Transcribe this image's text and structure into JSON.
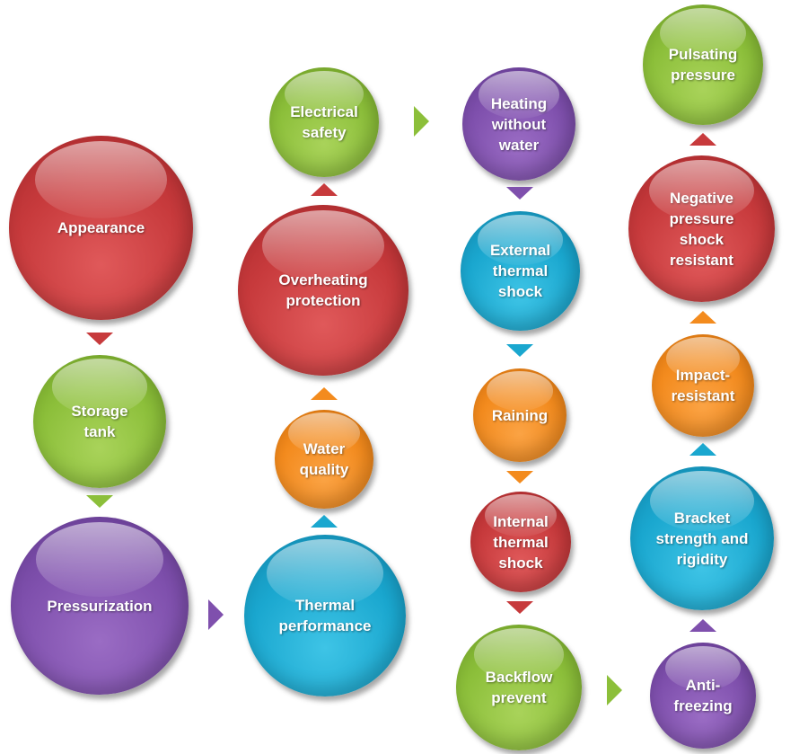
{
  "nodes": [
    {
      "label": "Appearance",
      "color": "#c73a3c"
    },
    {
      "label": "Storage\ntank",
      "color": "#8cbf3a"
    },
    {
      "label": "Pressurization",
      "color": "#7f50ad"
    },
    {
      "label": "Thermal\nperformance",
      "color": "#1aa7cf"
    },
    {
      "label": "Water\nquality",
      "color": "#f38b1e"
    },
    {
      "label": "Overheating\nprotection",
      "color": "#c73a3c"
    },
    {
      "label": "Electrical\nsafety",
      "color": "#8cbf3a"
    },
    {
      "label": "Heating\nwithout\nwater",
      "color": "#7f50ad"
    },
    {
      "label": "External\nthermal\nshock",
      "color": "#1aa7cf"
    },
    {
      "label": "Raining",
      "color": "#f38b1e"
    },
    {
      "label": "Internal\nthermal\nshock",
      "color": "#c73a3c"
    },
    {
      "label": "Backflow\nprevent",
      "color": "#8cbf3a"
    },
    {
      "label": "Anti-\nfreezing",
      "color": "#7f50ad"
    },
    {
      "label": "Bracket\nstrength and\nrigidity",
      "color": "#1aa7cf"
    },
    {
      "label": "Impact-\nresistant",
      "color": "#f38b1e"
    },
    {
      "label": "Negative\npressure\nshock\nresistant",
      "color": "#c73a3c"
    },
    {
      "label": "Pulsating\npressure",
      "color": "#8cbf3a"
    }
  ],
  "connectors": [
    {
      "from": "Appearance",
      "to": "Storage\ntank",
      "direction": "down",
      "color": "#c73a3c"
    },
    {
      "from": "Storage\ntank",
      "to": "Pressurization",
      "direction": "down",
      "color": "#8cbf3a"
    },
    {
      "from": "Pressurization",
      "to": "Thermal\nperformance",
      "direction": "right",
      "color": "#7f50ad"
    },
    {
      "from": "Thermal\nperformance",
      "to": "Water\nquality",
      "direction": "up",
      "color": "#1aa7cf"
    },
    {
      "from": "Water\nquality",
      "to": "Overheating\nprotection",
      "direction": "up",
      "color": "#f38b1e"
    },
    {
      "from": "Overheating\nprotection",
      "to": "Electrical\nsafety",
      "direction": "up",
      "color": "#c73a3c"
    },
    {
      "from": "Electrical\nsafety",
      "to": "Heating\nwithout\nwater",
      "direction": "right",
      "color": "#8cbf3a"
    },
    {
      "from": "Heating\nwithout\nwater",
      "to": "External\nthermal\nshock",
      "direction": "down",
      "color": "#7f50ad"
    },
    {
      "from": "External\nthermal\nshock",
      "to": "Raining",
      "direction": "down",
      "color": "#1aa7cf"
    },
    {
      "from": "Raining",
      "to": "Internal\nthermal\nshock",
      "direction": "down",
      "color": "#f38b1e"
    },
    {
      "from": "Internal\nthermal\nshock",
      "to": "Backflow\nprevent",
      "direction": "down",
      "color": "#c73a3c"
    },
    {
      "from": "Backflow\nprevent",
      "to": "Anti-\nfreezing",
      "direction": "right",
      "color": "#8cbf3a"
    },
    {
      "from": "Anti-\nfreezing",
      "to": "Bracket\nstrength and\nrigidity",
      "direction": "up",
      "color": "#7f50ad"
    },
    {
      "from": "Bracket\nstrength and\nrigidity",
      "to": "Impact-\nresistant",
      "direction": "up",
      "color": "#1aa7cf"
    },
    {
      "from": "Impact-\nresistant",
      "to": "Negative\npressure\nshock\nresistant",
      "direction": "up",
      "color": "#f38b1e"
    },
    {
      "from": "Negative\npressure\nshock\nresistant",
      "to": "Pulsating\npressure",
      "direction": "up",
      "color": "#c73a3c"
    }
  ]
}
